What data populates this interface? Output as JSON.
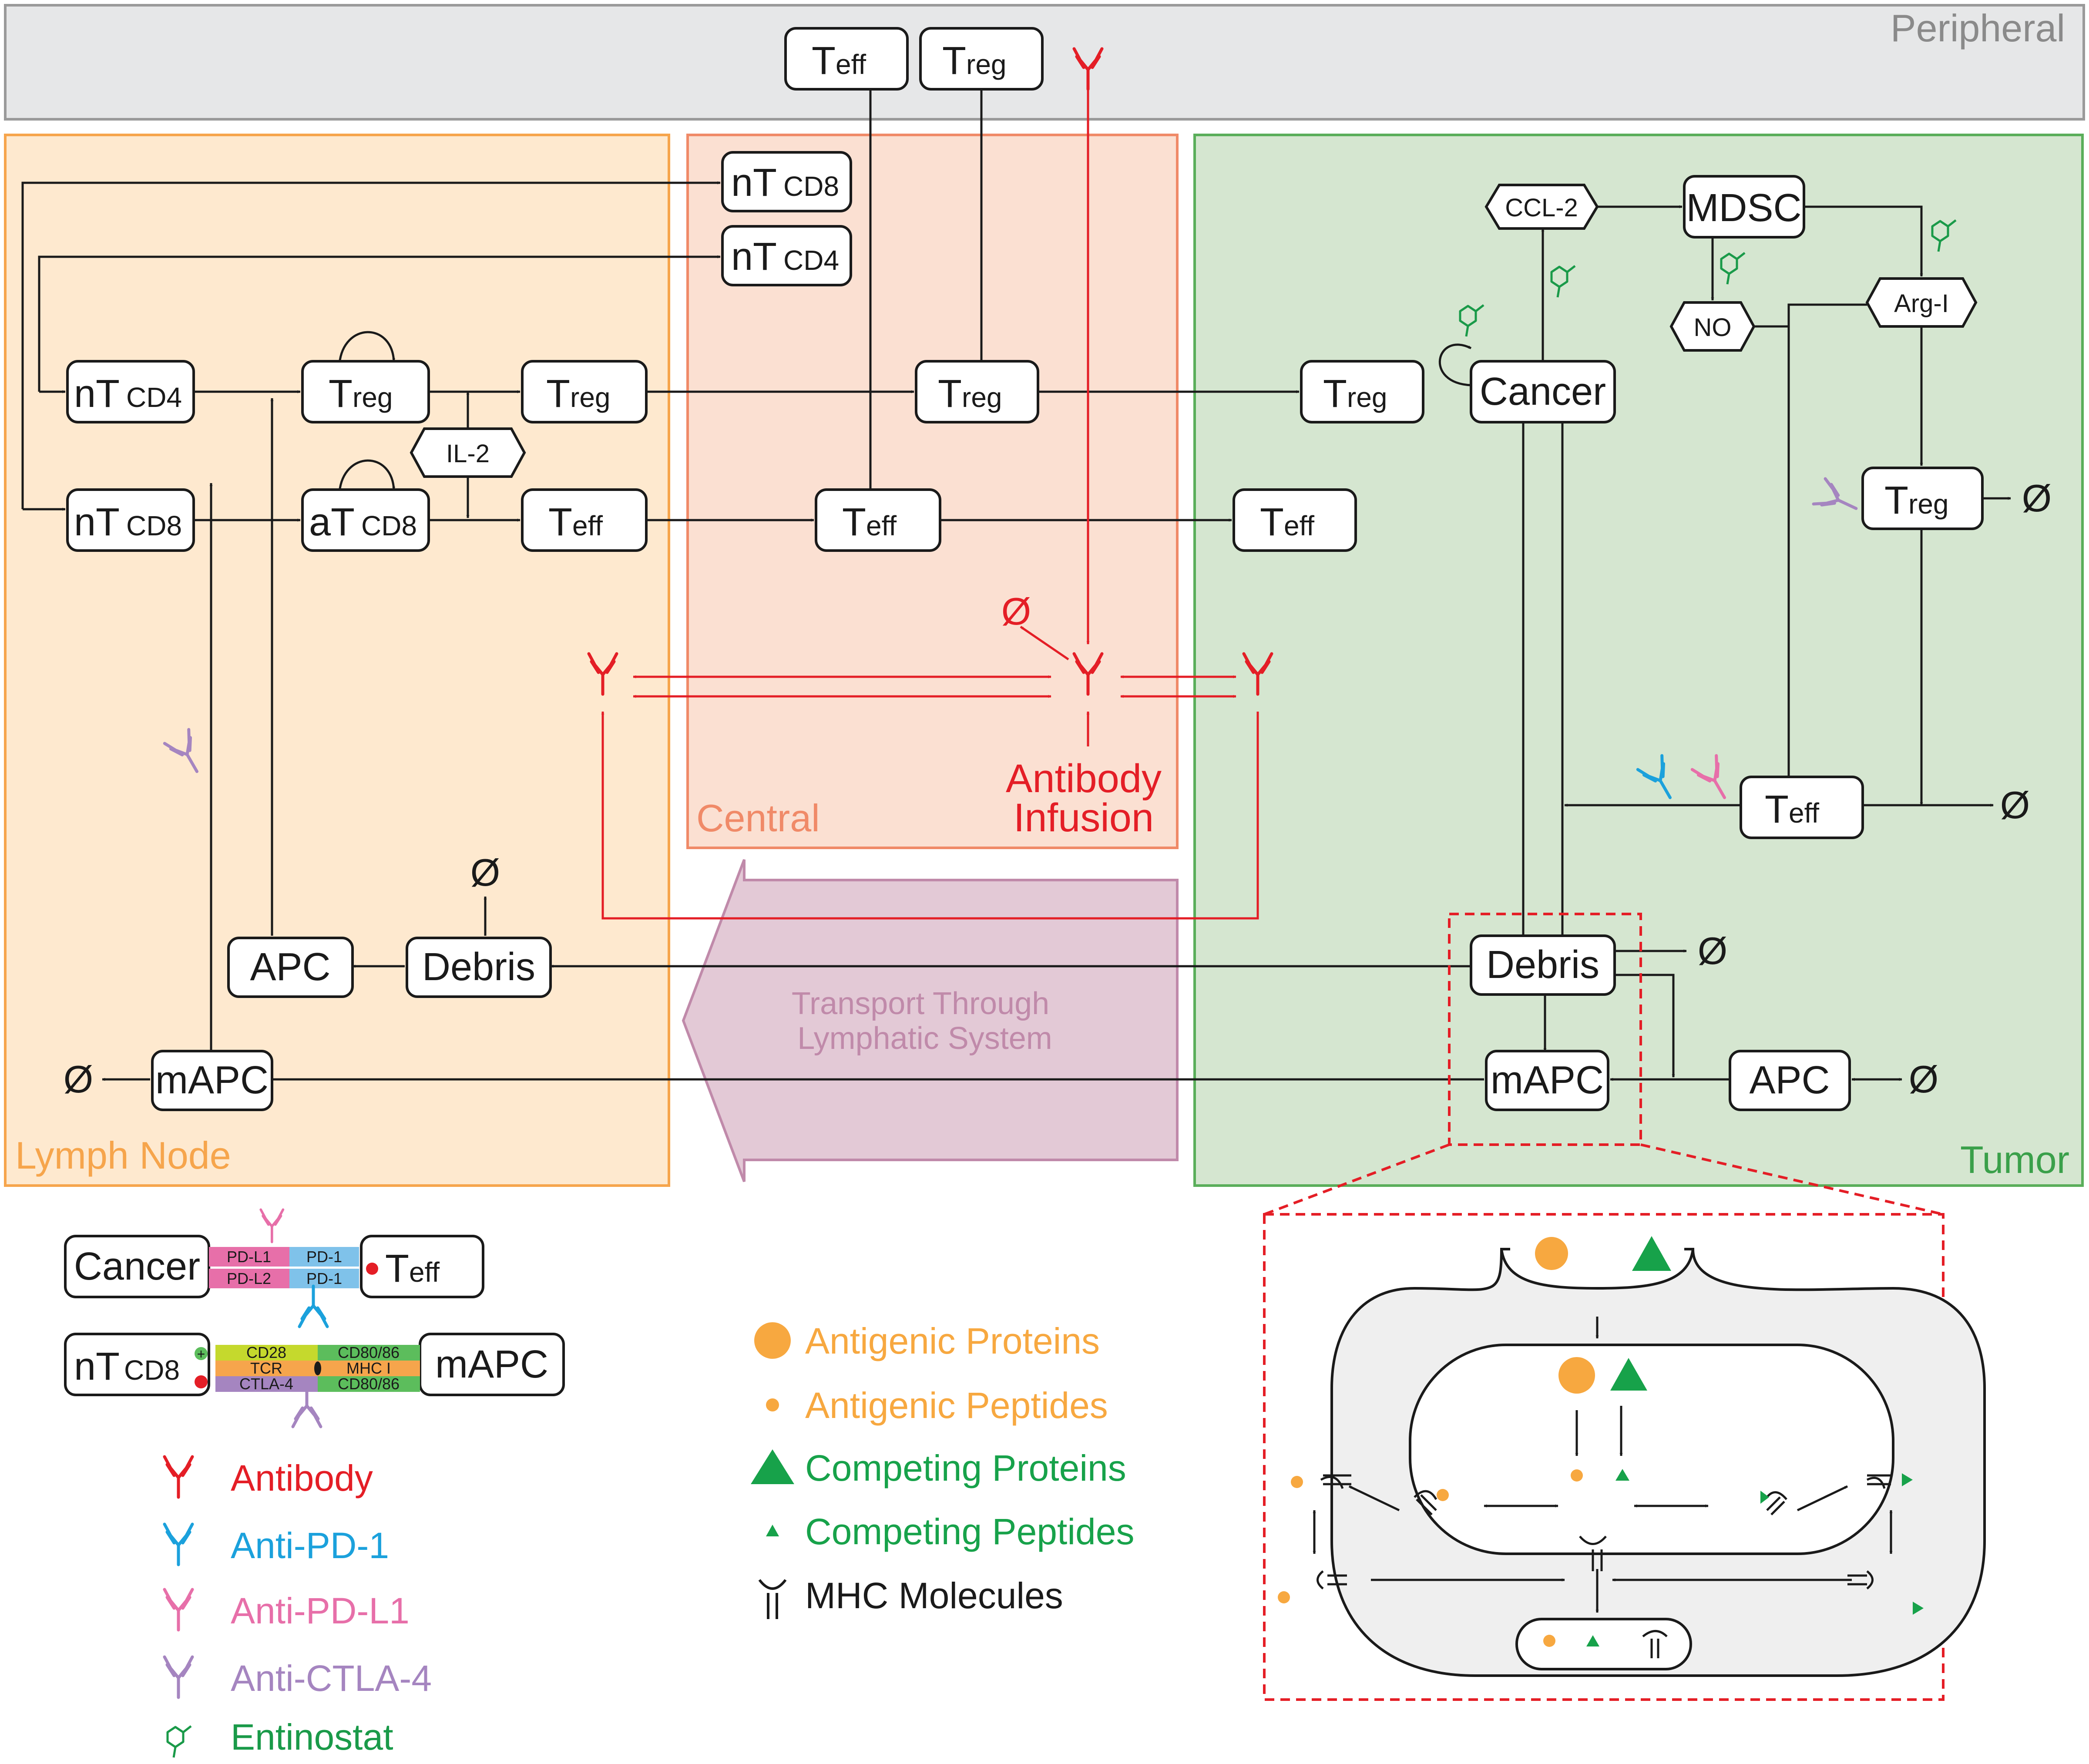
{
  "regions": {
    "peripheral": "Peripheral",
    "lymph_node": "Lymph Node",
    "central": "Central",
    "tumor": "Tumor",
    "transport_line1": "Transport Through",
    "transport_line2": "Lymphatic System"
  },
  "nodes": {
    "teff": {
      "main": "T",
      "sub": "eff"
    },
    "treg": {
      "main": "T",
      "sub": "reg"
    },
    "ntcd8": {
      "main": "nT",
      "sub": "CD8"
    },
    "ntcd4": {
      "main": "nT",
      "sub": "CD4"
    },
    "atcd8": {
      "main": "aT",
      "sub": "CD8"
    },
    "apc": "APC",
    "debris": "Debris",
    "mapc": "mAPC",
    "cancer": "Cancer",
    "mdsc": "MDSC"
  },
  "cytokines": {
    "il2": "IL-2",
    "ccl2": "CCL-2",
    "no": "NO",
    "arg1": "Arg-I"
  },
  "null_symbol": "Ø",
  "antibody_infusion": {
    "line1": "Antibody",
    "line2": "Infusion"
  },
  "receptors": {
    "pdl1": "PD-L1",
    "pdl2": "PD-L2",
    "pd1": "PD-1",
    "cd28": "CD28",
    "tcr": "TCR",
    "ctla4": "CTLA-4",
    "cd8086": "CD80/86",
    "mhc1": "MHC I"
  },
  "legend_drugs": [
    {
      "label": "Antibody",
      "color": "#e41e26",
      "icon": "antibody-icon"
    },
    {
      "label": "Anti-PD-1",
      "color": "#1ba1dc",
      "icon": "anti-pd1-icon"
    },
    {
      "label": "Anti-PD-L1",
      "color": "#e76fa9",
      "icon": "anti-pdl1-icon"
    },
    {
      "label": "Anti-CTLA-4",
      "color": "#a585c0",
      "icon": "anti-ctla4-icon"
    },
    {
      "label": "Entinostat",
      "color": "#1a9a49",
      "icon": "entinostat-icon"
    }
  ],
  "legend_antigen": [
    {
      "label": "Antigenic Proteins",
      "color": "#f7a840",
      "icon": "large-circle-icon"
    },
    {
      "label": "Antigenic Peptides",
      "color": "#f7a840",
      "icon": "small-circle-icon"
    },
    {
      "label": "Competing Proteins",
      "color": "#17a24a",
      "icon": "large-triangle-icon"
    },
    {
      "label": "Competing Peptides",
      "color": "#17a24a",
      "icon": "small-triangle-icon"
    },
    {
      "label": "MHC Molecules",
      "color": "#1a1a1a",
      "icon": "mhc-icon"
    }
  ],
  "colors": {
    "peripheral_fill": "#e6e7e8",
    "lymph_fill": "#fee9cf",
    "lymph_stroke": "#f6a54c",
    "central_fill": "#fbe0d2",
    "central_stroke": "#f08a68",
    "tumor_fill": "#d5e6d0",
    "tumor_stroke": "#5aae5a",
    "transport_fill": "#e3c9d6",
    "antibody": "#e41e26"
  }
}
